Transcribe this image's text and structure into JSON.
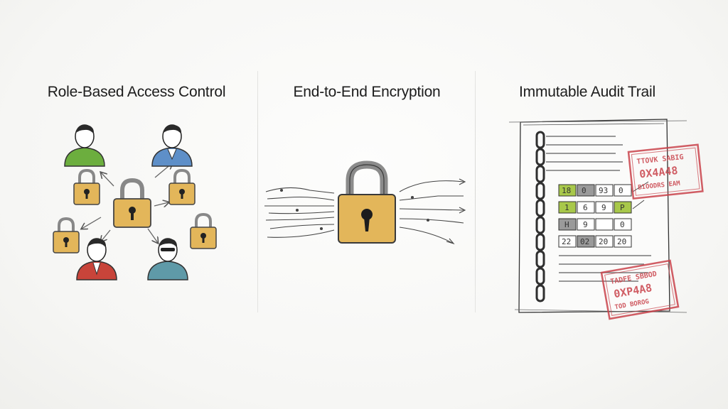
{
  "panels": [
    {
      "title": "Role-Based Access Control"
    },
    {
      "title": "End-to-End Encryption"
    },
    {
      "title": "Immutable Audit Trail"
    }
  ],
  "audit": {
    "rows": [
      [
        "18",
        "0",
        "93",
        "0"
      ],
      [
        "1",
        "6",
        "9",
        "P"
      ],
      [
        "H",
        "9",
        "",
        "0"
      ],
      [
        "22",
        "02",
        "20",
        "20"
      ]
    ],
    "stamp_top": [
      "TTOVK SABIG",
      "0X4A48",
      "BIOODRS EAM"
    ],
    "stamp_bottom": [
      "TADFE SBBOD",
      "0XP4A8",
      "TOD BOROG"
    ]
  },
  "colors": {
    "lock_body": "#e3b65a",
    "lock_shackle": "#8b8b8b",
    "stamp": "#c9424a",
    "user_green": "#6cae3e",
    "user_blue": "#5e8fc8",
    "user_red": "#c8443a",
    "user_teal": "#5f9aa8",
    "cell_green": "#a8c84a",
    "cell_gray": "#9a9a9a"
  },
  "icons": [
    "user-icon",
    "padlock-icon",
    "chain-icon",
    "stamp-icon",
    "arrow-icon"
  ]
}
